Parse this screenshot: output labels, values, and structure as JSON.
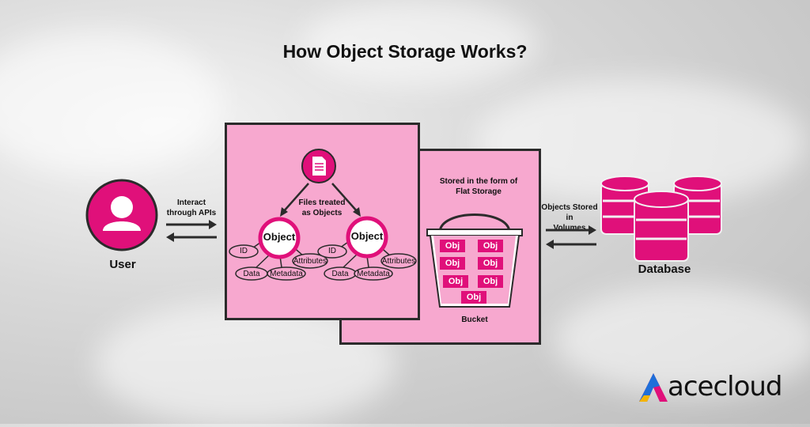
{
  "title": "How Object Storage Works?",
  "user": {
    "label": "User",
    "icon": "user-icon"
  },
  "interact": {
    "line1": "Interact",
    "line2": "through APIs"
  },
  "files": {
    "icon": "document-icon",
    "line1": "Files treated",
    "line2": "as Objects"
  },
  "object_label": "Object",
  "attributes": {
    "id": "ID",
    "data": "Data",
    "metadata": "Metadata",
    "attrs": "Attributes"
  },
  "storage": {
    "line1": "Stored in the form of",
    "line2": "Flat Storage",
    "bucket": "Bucket",
    "obj": "Obj"
  },
  "volumes": {
    "line1": "Objects Stored in",
    "line2": "Volumes"
  },
  "database": {
    "label": "Database",
    "icon": "database-icon"
  },
  "logo": {
    "text": "acecloud",
    "icon": "acecloud-logo-icon"
  },
  "colors": {
    "pink": "#e0107a",
    "panel": "#f7a8cf",
    "dark": "#2b2b2b"
  }
}
